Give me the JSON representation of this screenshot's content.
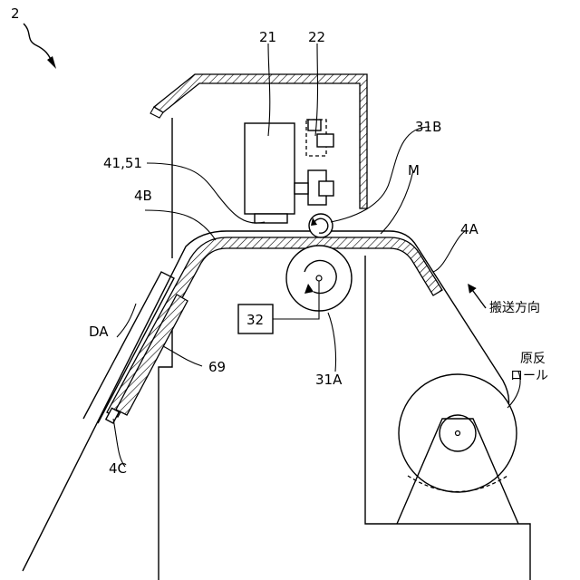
{
  "figure_number": "2",
  "labels": {
    "motor": "21",
    "sensor": "22",
    "pinch_roller": "31B",
    "feed_roller": "31A",
    "controller": "32",
    "guide_4a": "4A",
    "guide_4b": "4B",
    "guide_4c": "4C",
    "heater": "41,51",
    "medium": "M",
    "dryer": "DA",
    "dryer_part": "69",
    "feed_direction": "搬送方向",
    "roll_line1": "原反",
    "roll_line2": "ロール"
  }
}
